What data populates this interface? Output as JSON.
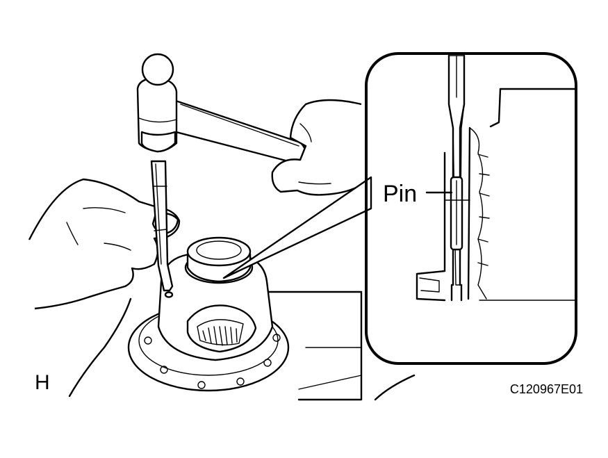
{
  "diagram": {
    "callout_label": "Pin",
    "view_letter": "H",
    "figure_code": "C120967E01"
  }
}
